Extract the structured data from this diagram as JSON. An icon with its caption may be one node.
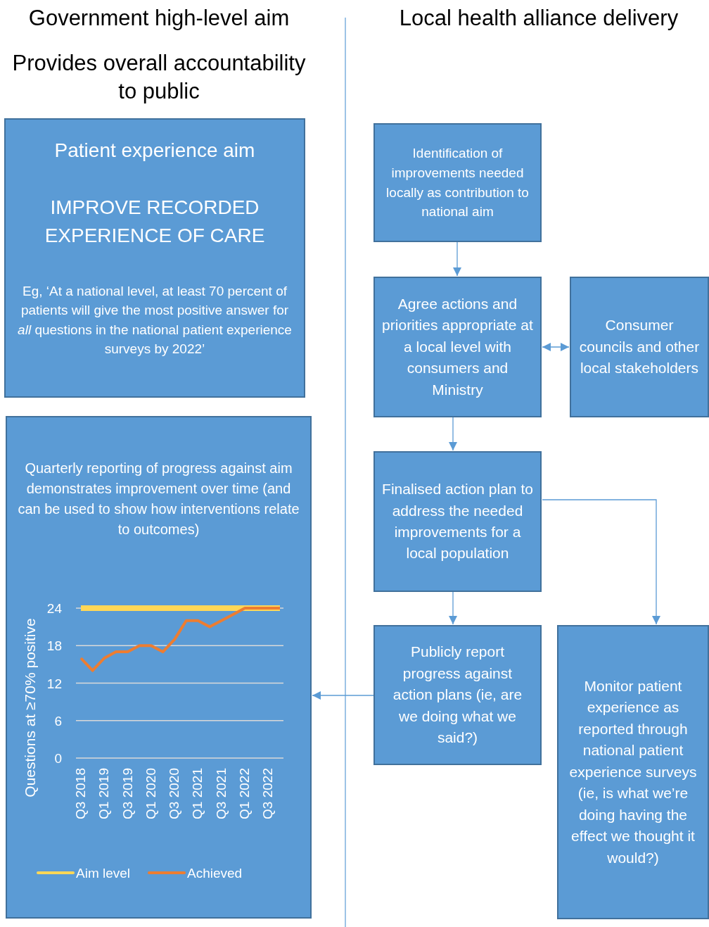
{
  "diagram": {
    "nodes": [
      {
        "text": [
          "Patient experience aim",
          "IMPROVE RECORDED EXPERIENCE OF CARE",
          "Eg, ‘At a national level, at least 70 percent of patients will give the most positive answer for *all* questions in the national patient experience surveys by 2022’"
        ]
      },
      {
        "text": [
          "Quarterly reporting of progress against aim demonstrates improvement over time (and can be used to show how interventions relate to outcomes)"
        ]
      },
      {
        "text": [
          "Identification of improvements needed locally as contribution to national aim"
        ]
      },
      {
        "text": [
          "Agree actions and priorities appropriate at a local level with consumers and Ministry"
        ]
      },
      {
        "text": [
          "Consumer councils and other local stakeholders"
        ]
      },
      {
        "text": [
          "Finalised action plan to address the needed improvements for a local population"
        ]
      },
      {
        "text": [
          "Publicly report progress against action plans (ie, are we doing what we said?)"
        ]
      },
      {
        "text": [
          "Monitor patient experience as reported through national patient experience surveys (ie, is what we’re doing  having the effect we thought it would?)"
        ]
      }
    ],
    "edges": [
      {
        "from": 2,
        "to": 3,
        "arrow": "to"
      },
      {
        "from": 3,
        "to": 4,
        "arrow": "both"
      },
      {
        "from": 3,
        "to": 5,
        "arrow": "to"
      },
      {
        "from": 5,
        "to": 6,
        "arrow": "to"
      },
      {
        "from": 5,
        "to": 7,
        "arrow": "to"
      },
      {
        "from": 6,
        "to": 1,
        "arrow": "to"
      }
    ],
    "labels": [
      "Government high-level aim",
      "Local health alliance delivery",
      "Provides overall accountability to public"
    ],
    "chart_data": {
      "type": "line",
      "ylabel": "Questions at ≥70% positive",
      "categories": [
        "Q3 2018",
        null,
        "Q1 2019",
        null,
        "Q3 2019",
        null,
        "Q1 2020",
        null,
        "Q3 2020",
        null,
        "Q1 2021",
        null,
        "Q3 2021",
        null,
        "Q1 2022",
        null,
        "Q3 2022",
        null
      ],
      "ylim": [
        0,
        24
      ],
      "grid": true,
      "legend": "bottom",
      "yticks": [
        0,
        6,
        12,
        18,
        24
      ],
      "series": [
        {
          "name": "Aim level",
          "color": "#ffd757",
          "values": [
            24,
            24,
            24,
            24,
            24,
            24,
            24,
            24,
            24,
            24,
            24,
            24,
            24,
            24,
            24,
            24,
            24,
            24
          ]
        },
        {
          "name": "Achieved",
          "color": "#ed7d31",
          "values": [
            16,
            14,
            16,
            17,
            17,
            18,
            18,
            17,
            19,
            22,
            22,
            21,
            22,
            23,
            24,
            24,
            24,
            24
          ]
        }
      ]
    }
  }
}
